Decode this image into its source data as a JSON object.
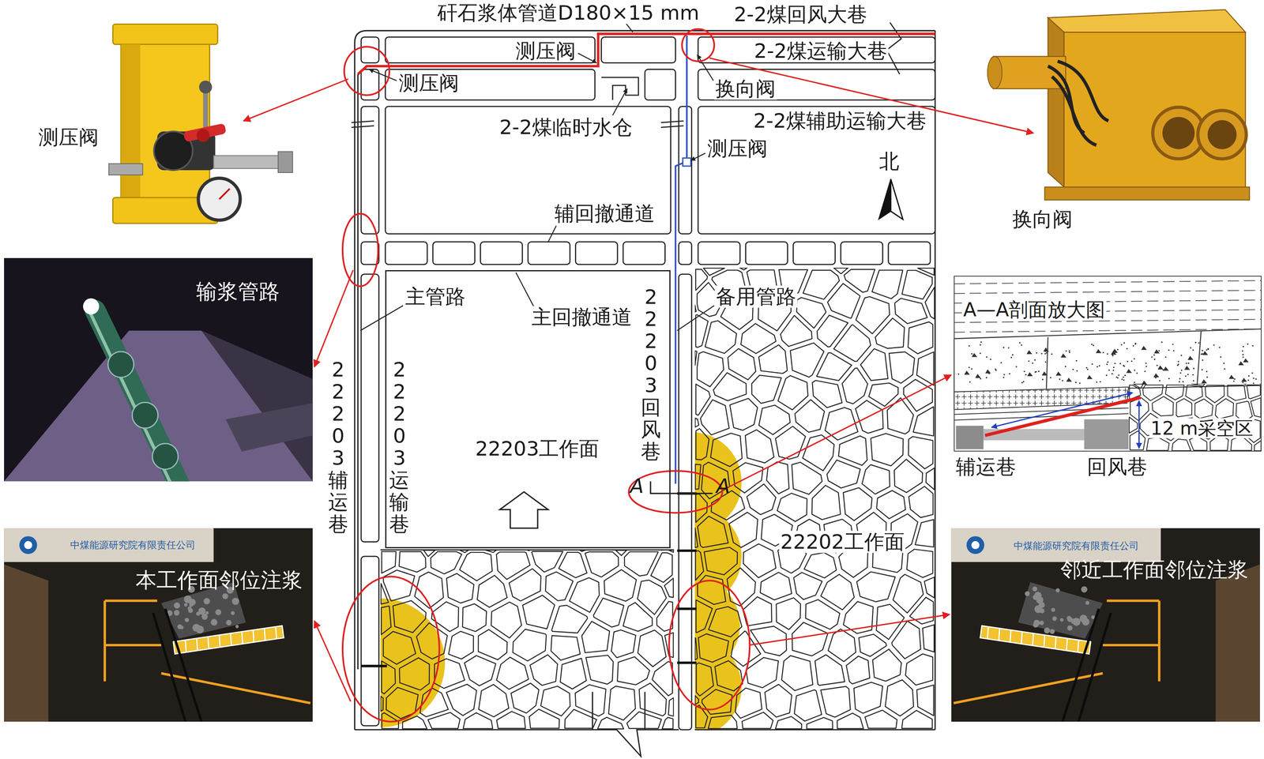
{
  "diagram": {
    "nodes": [
      {
        "text": [
          "测压阀"
        ]
      },
      {
        "text": [
          "换向阀"
        ]
      },
      {
        "text": [
          "输浆管路"
        ]
      },
      {
        "text": [
          "22203工作面"
        ]
      },
      {
        "text": [
          "A—A剖面放大图",
          "12 m采空区",
          "辅运巷",
          "回风巷"
        ]
      },
      {
        "text": [
          "中煤能源研究院有限责任公司",
          "本工作面邻位注浆"
        ]
      },
      {
        "text": [
          "22202工作面"
        ]
      },
      {
        "text": [
          "中煤能源研究院有限责任公司",
          "邻近工作面邻位注浆"
        ]
      }
    ],
    "labels": [
      "矸石浆体管道D180×15 mm",
      "2-2煤回风大巷",
      "测压阀",
      "2-2煤运输大巷",
      "测压阀",
      "换向阀",
      "2-2煤临时水仓",
      "2-2煤辅助运输大巷",
      "测压阀",
      "北",
      "辅回撤通道",
      "主管路",
      "备用管路",
      "主回撤通道",
      "22203回风巷",
      "22203辅运巷",
      "22203运输巷",
      "A",
      "A"
    ]
  }
}
